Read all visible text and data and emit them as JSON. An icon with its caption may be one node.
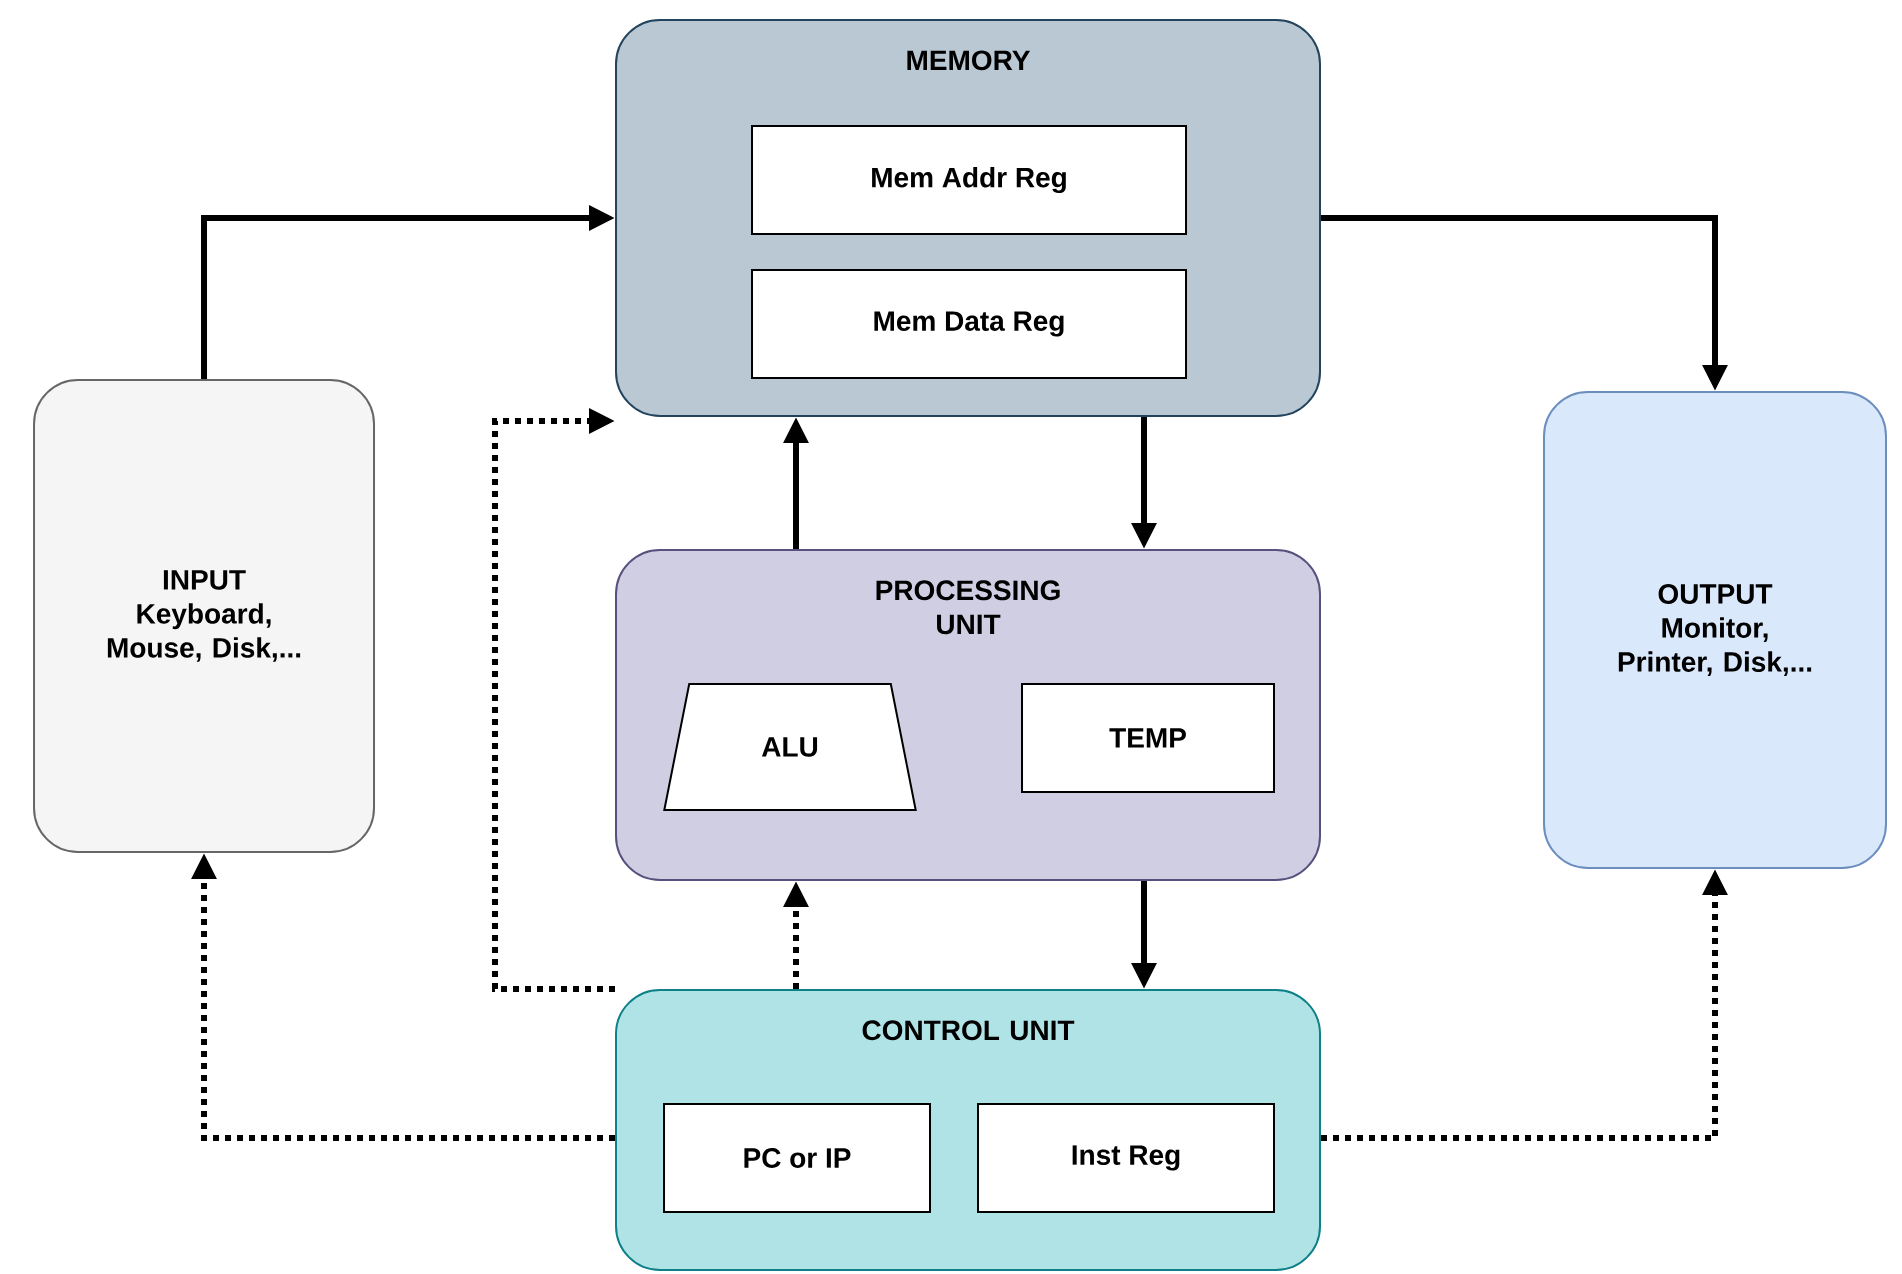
{
  "diagram": {
    "nodes": [
      {
        "text": [
          "MEMORY"
        ]
      },
      {
        "text": [
          "Mem Addr Reg"
        ],
        "in": 0
      },
      {
        "text": [
          "Mem Data Reg"
        ],
        "in": 0
      },
      {
        "text": [
          "INPUT",
          "Keyboard, Mouse, Disk,..."
        ]
      },
      {
        "text": [
          "PROCESSING UNIT"
        ]
      },
      {
        "text": [
          "ALU"
        ],
        "in": 4
      },
      {
        "text": [
          "TEMP"
        ],
        "in": 4
      },
      {
        "text": [
          "OUTPUT",
          "Monitor, Printer, Disk,..."
        ]
      },
      {
        "text": [
          "CONTROL UNIT"
        ]
      },
      {
        "text": [
          "PC or IP"
        ],
        "in": 8
      },
      {
        "text": [
          "Inst Reg"
        ],
        "in": 8
      }
    ],
    "edges": [
      {
        "from": 3,
        "to": 0,
        "arrow": "to"
      },
      {
        "from": 0,
        "to": 7,
        "arrow": "to"
      },
      {
        "from": 4,
        "to": 0,
        "arrow": "to"
      },
      {
        "from": 0,
        "to": 4,
        "arrow": "to"
      },
      {
        "from": 4,
        "to": 8,
        "arrow": "to"
      },
      {
        "from": 8,
        "to": 0,
        "arrow": "to",
        "style": "dashed"
      },
      {
        "from": 8,
        "to": 4,
        "arrow": "to",
        "style": "dashed"
      },
      {
        "from": 8,
        "to": 3,
        "arrow": "to",
        "style": "dashed"
      },
      {
        "from": 8,
        "to": 7,
        "arrow": "to",
        "style": "dashed"
      }
    ]
  }
}
